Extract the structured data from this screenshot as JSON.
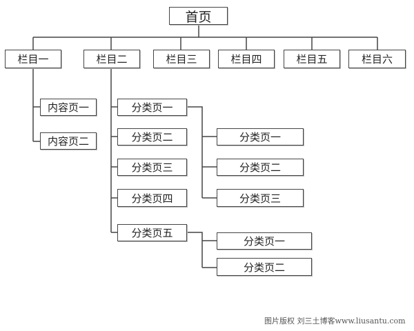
{
  "root": "首页",
  "columns": [
    "栏目一",
    "栏目二",
    "栏目三",
    "栏目四",
    "栏目五",
    "栏目六"
  ],
  "column1_children": [
    "内容页一",
    "内容页二"
  ],
  "column2_children": [
    "分类页一",
    "分类页二",
    "分类页三",
    "分类页四",
    "分类页五"
  ],
  "category1_children": [
    "分类页一",
    "分类页二",
    "分类页三"
  ],
  "category5_children": [
    "分类页一",
    "分类页二"
  ],
  "watermark": "图片版权 刘三土博客www.liusantu.com"
}
